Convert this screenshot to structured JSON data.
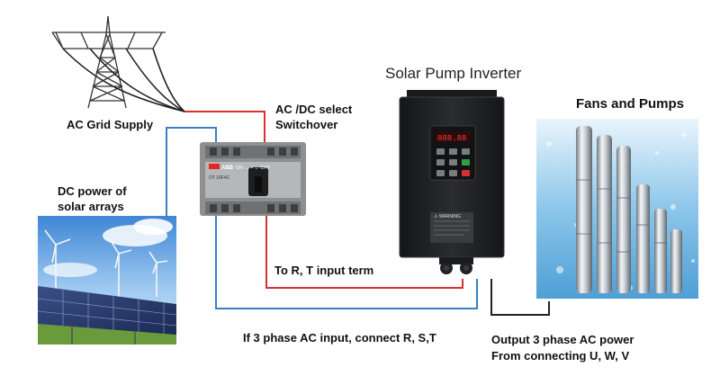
{
  "labels": {
    "grid": "AC Grid Supply",
    "switch_line1": "AC /DC select",
    "switch_line2": "Switchover",
    "dc_line1": "DC power of",
    "dc_line2": "solar  arrays",
    "inverter": "Solar Pump Inverter",
    "fans": "Fans and Pumps",
    "rt": "To R,  T input term",
    "three_phase": "If 3 phase AC input, connect  R, S,T",
    "output_line1": "Output 3 phase AC power",
    "output_line2": "From connecting U, W, V"
  },
  "switch_texts": {
    "brand": "ABB",
    "positions": "ON ← • → OFF",
    "model": "OT 16F4C"
  },
  "inverter_texts": {
    "display": "888.88",
    "warning": "⚠ WARNING"
  },
  "colors": {
    "ac_wire": "#d63030",
    "dc_wire": "#3c7fc4",
    "output_wire": "#222222",
    "inverter_body": "#1e1f22",
    "switch_body": "#9a9a9a",
    "sky": "#6fa8dc",
    "water": "#8fc7ea"
  }
}
